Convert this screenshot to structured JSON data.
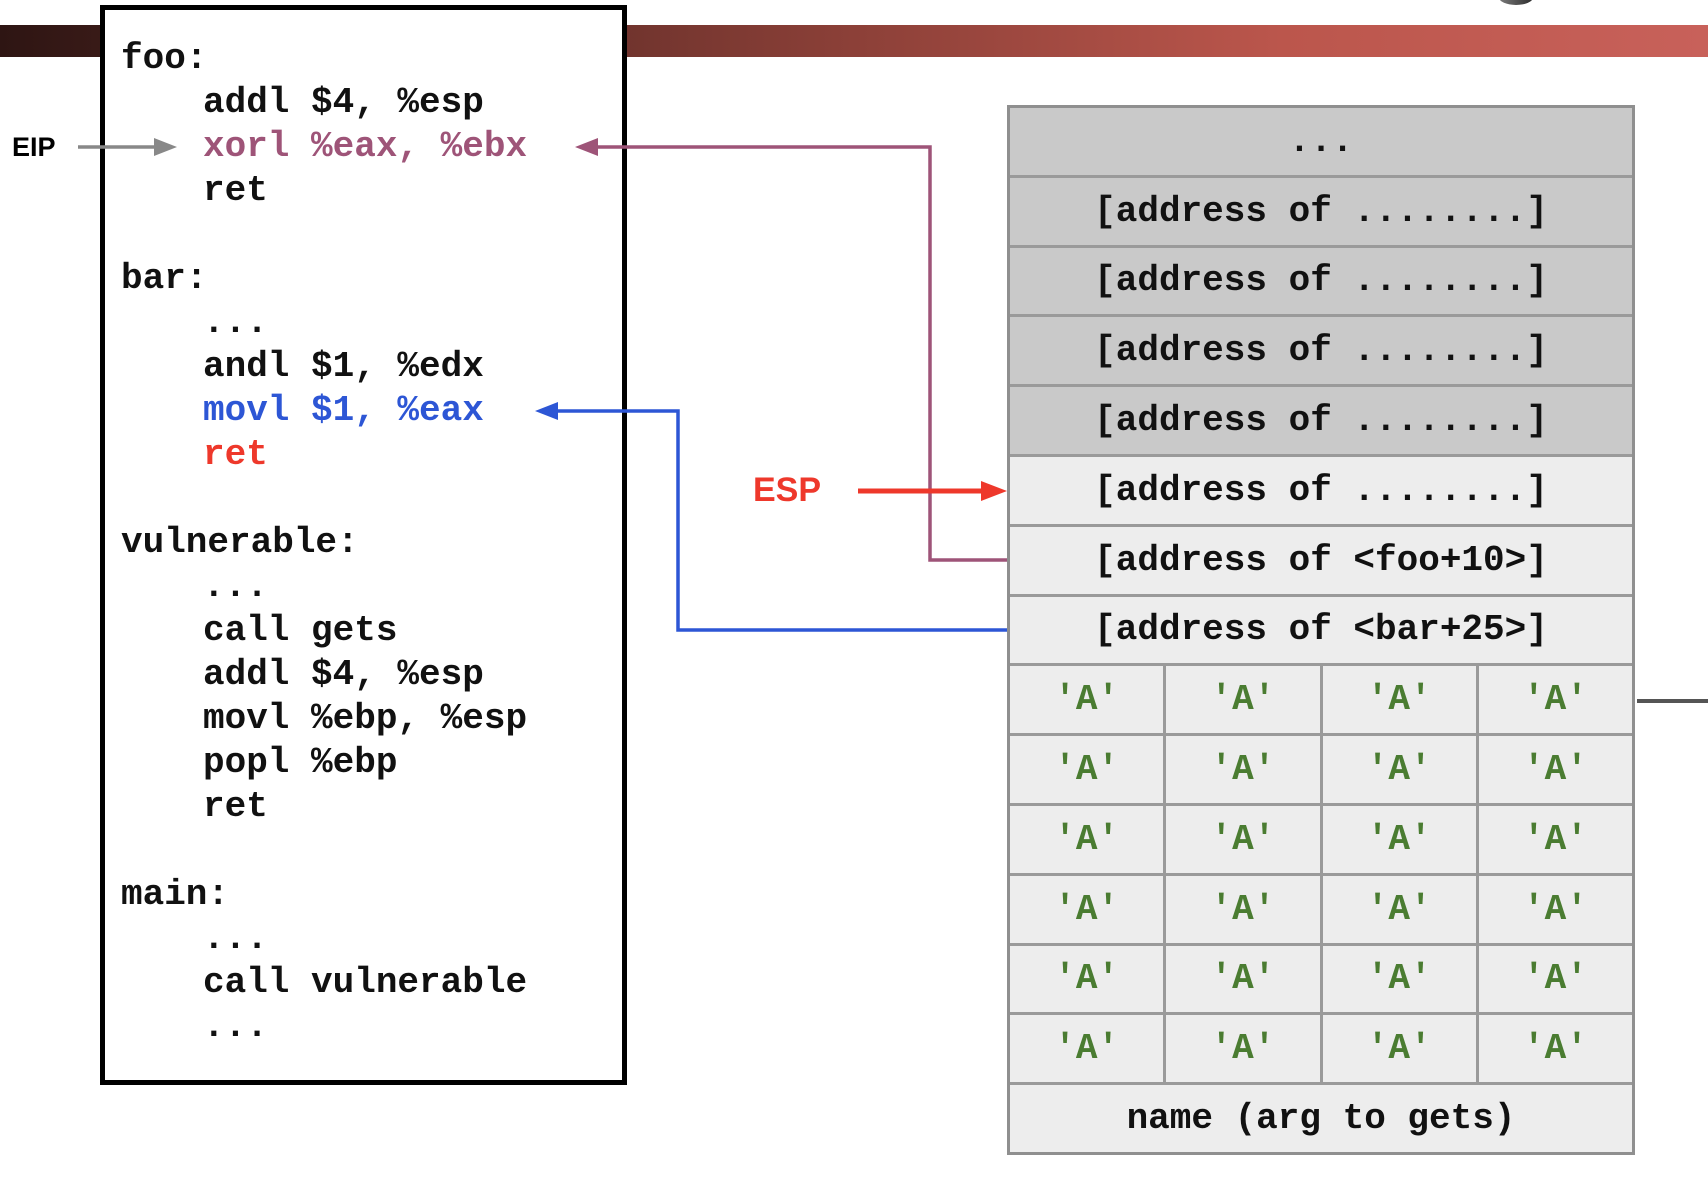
{
  "labels": {
    "eip": "EIP",
    "esp": "ESP"
  },
  "code": {
    "lines": [
      {
        "text": "foo:",
        "indent": 0,
        "color": "black"
      },
      {
        "text": "addl $4, %esp",
        "indent": 1,
        "color": "black"
      },
      {
        "text": "xorl %eax, %ebx",
        "indent": 1,
        "color": "purple"
      },
      {
        "text": "ret",
        "indent": 1,
        "color": "black"
      },
      {
        "text": "",
        "indent": 0,
        "color": "black"
      },
      {
        "text": "bar:",
        "indent": 0,
        "color": "black"
      },
      {
        "text": "...",
        "indent": 1,
        "color": "black"
      },
      {
        "text": "andl $1, %edx",
        "indent": 1,
        "color": "black"
      },
      {
        "text": "movl $1, %eax",
        "indent": 1,
        "color": "blue"
      },
      {
        "text": "ret",
        "indent": 1,
        "color": "red"
      },
      {
        "text": "",
        "indent": 0,
        "color": "black"
      },
      {
        "text": "vulnerable:",
        "indent": 0,
        "color": "black"
      },
      {
        "text": "...",
        "indent": 1,
        "color": "black"
      },
      {
        "text": "call gets",
        "indent": 1,
        "color": "black"
      },
      {
        "text": "addl $4, %esp",
        "indent": 1,
        "color": "black"
      },
      {
        "text": "movl %ebp, %esp",
        "indent": 1,
        "color": "black"
      },
      {
        "text": "popl %ebp",
        "indent": 1,
        "color": "black"
      },
      {
        "text": "ret",
        "indent": 1,
        "color": "black"
      },
      {
        "text": "",
        "indent": 0,
        "color": "black"
      },
      {
        "text": "main:",
        "indent": 0,
        "color": "black"
      },
      {
        "text": "...",
        "indent": 1,
        "color": "black"
      },
      {
        "text": "call vulnerable",
        "indent": 1,
        "color": "black"
      },
      {
        "text": "...",
        "indent": 1,
        "color": "black"
      }
    ]
  },
  "stack": {
    "rows": [
      {
        "text": "...",
        "variant": "gray",
        "color": "black"
      },
      {
        "text": "[address of ........]",
        "variant": "gray",
        "color": "black"
      },
      {
        "text": "[address of ........]",
        "variant": "gray",
        "color": "black"
      },
      {
        "text": "[address of ........]",
        "variant": "gray",
        "color": "black"
      },
      {
        "text": "[address of ........]",
        "variant": "gray",
        "color": "black"
      },
      {
        "text": "[address of ........]",
        "variant": "light",
        "color": "black"
      },
      {
        "text": "[address of <foo+10>]",
        "variant": "light",
        "color": "purple"
      },
      {
        "text": "[address of <bar+25>]",
        "variant": "light",
        "color": "blue"
      },
      {
        "cells": [
          "'A'",
          "'A'",
          "'A'",
          "'A'"
        ],
        "variant": "light",
        "color": "green"
      },
      {
        "cells": [
          "'A'",
          "'A'",
          "'A'",
          "'A'"
        ],
        "variant": "light",
        "color": "green"
      },
      {
        "cells": [
          "'A'",
          "'A'",
          "'A'",
          "'A'"
        ],
        "variant": "light",
        "color": "green"
      },
      {
        "cells": [
          "'A'",
          "'A'",
          "'A'",
          "'A'"
        ],
        "variant": "light",
        "color": "green"
      },
      {
        "cells": [
          "'A'",
          "'A'",
          "'A'",
          "'A'"
        ],
        "variant": "light",
        "color": "green"
      },
      {
        "cells": [
          "'A'",
          "'A'",
          "'A'",
          "'A'"
        ],
        "variant": "light",
        "color": "green"
      },
      {
        "text": "name (arg to gets)",
        "variant": "light",
        "color": "black"
      }
    ]
  },
  "colors": {
    "gadget1_purple": "#9e5478",
    "gadget2_blue": "#2d56d5",
    "ret_red": "#ee382b",
    "payload_green": "#4a7c31",
    "stack_gray_row": "#c9c9c9",
    "stack_light_row": "#ededed",
    "eip_arrow_gray": "#888888",
    "accent_bar_left": "#2e1513",
    "accent_bar_right": "#c8615a"
  }
}
